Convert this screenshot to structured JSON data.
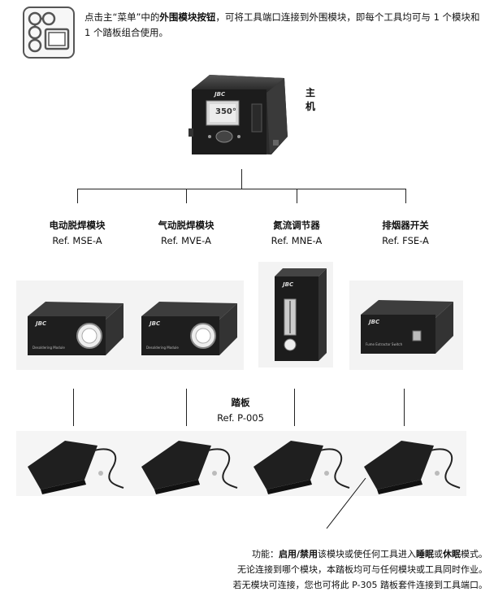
{
  "intro": {
    "prefix": "点击主“菜单”中的",
    "bold": "外围模块按钮",
    "suffix": "，可将工具端口连接到外围模块，即每个工具均可与 1 个模块和 1 个踏板组合使用。"
  },
  "main_unit": {
    "label_line1": "主",
    "label_line2": "机",
    "brand": "JBC",
    "display_temp": "350°"
  },
  "modules": [
    {
      "name": "电动脱焊模块",
      "ref": "Ref. MSE-A",
      "brand": "JBC",
      "panel_text": "Desoldering Module"
    },
    {
      "name": "气动脱焊模块",
      "ref": "Ref. MVE-A",
      "brand": "JBC",
      "panel_text": "Desoldering Module"
    },
    {
      "name": "氮流调节器",
      "ref": "Ref. MNE-A",
      "brand": "JBC"
    },
    {
      "name": "排烟器开关",
      "ref": "Ref. FSE-A",
      "brand": "JBC",
      "panel_text": "Fume Extractor Switch"
    }
  ],
  "pedal": {
    "name": "踏板",
    "ref": "Ref. P-005"
  },
  "footer": {
    "line1_prefix": "功能：",
    "line1_bold1": "启用",
    "line1_mid": "/",
    "line1_bold2": "禁用",
    "line1_rest1": "该模块或使任何工具进入",
    "line1_bold3": "睡眠",
    "line1_rest2": "或",
    "line1_bold4": "休眠",
    "line1_rest3": "模式。",
    "line2": "无论连接到哪个模块，本踏板均可与任何模块或工具同时作业。",
    "line3": "若无模块可连接，您也可将此 P-305 踏板套件连接到工具端口。"
  }
}
